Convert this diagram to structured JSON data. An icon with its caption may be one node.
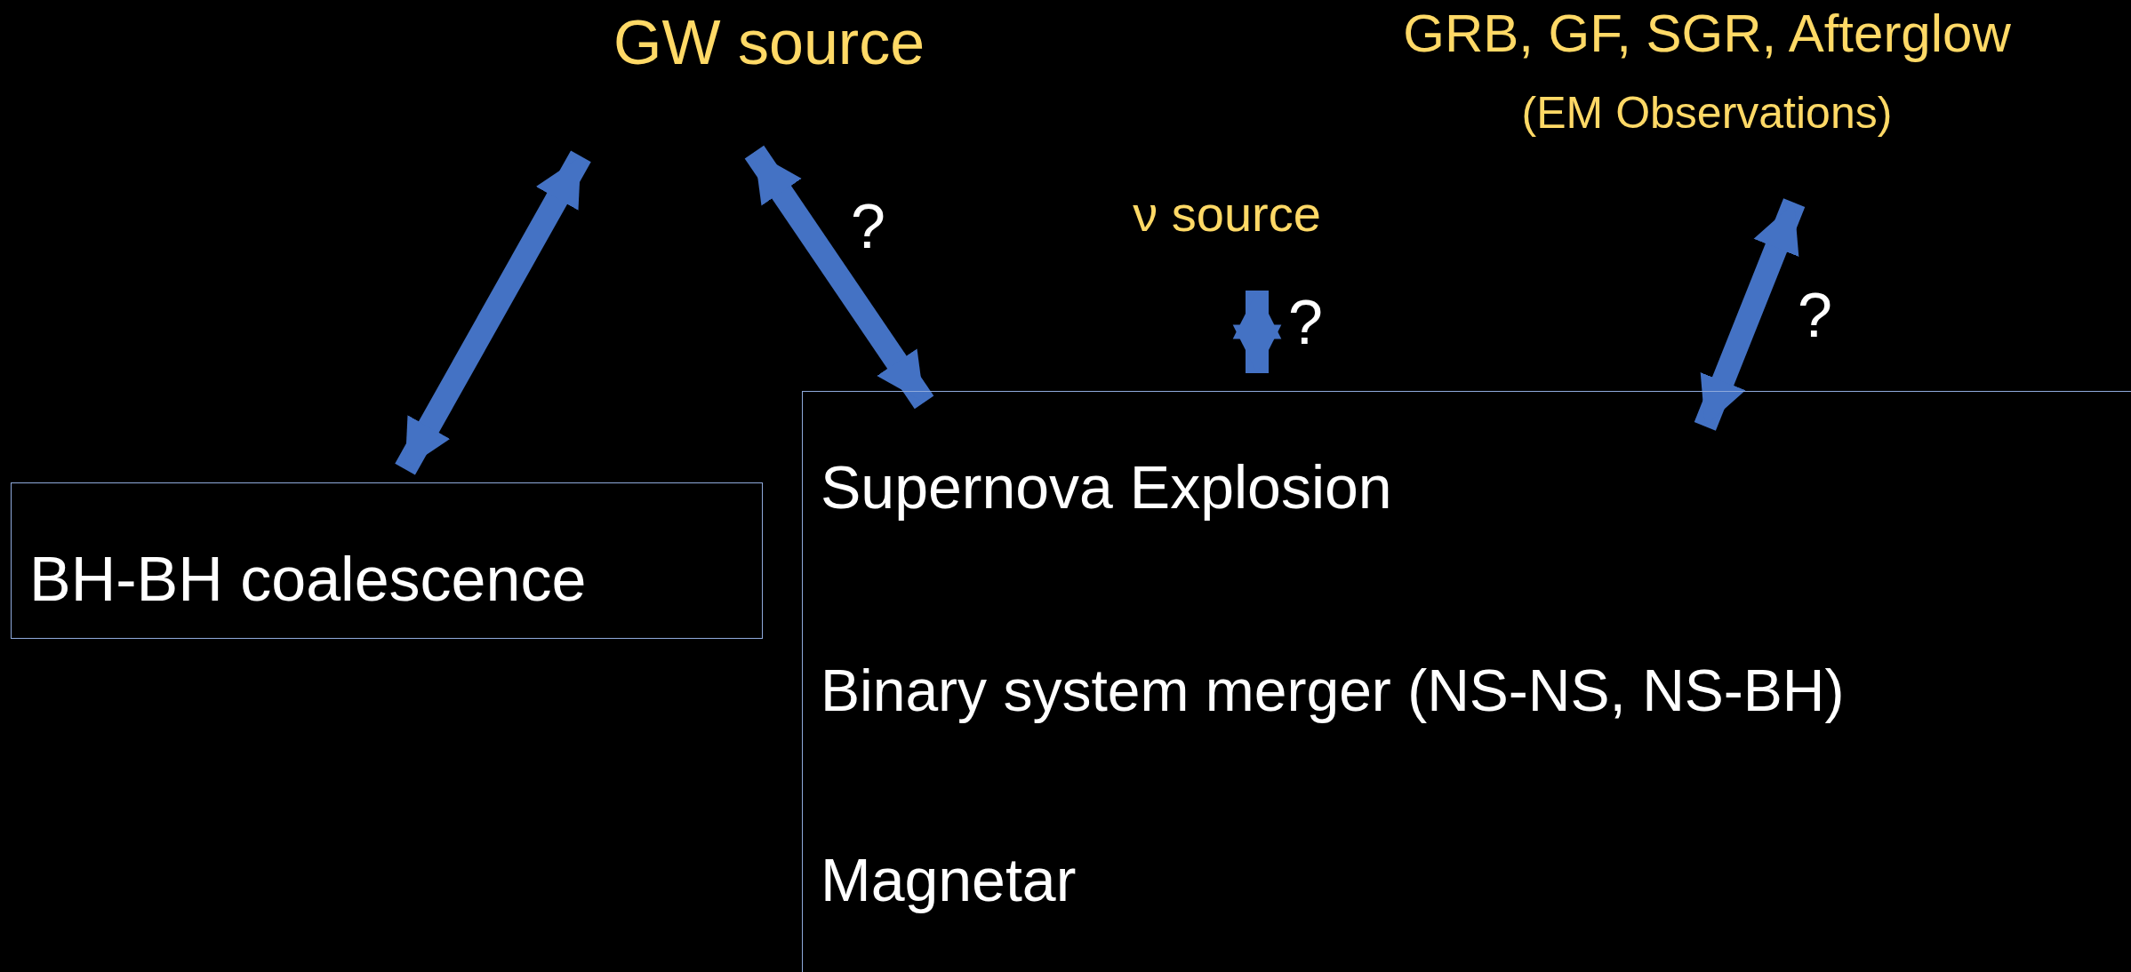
{
  "diagram": {
    "nodes": [
      {
        "text": [
          "GW source"
        ]
      },
      {
        "text": [
          "GRB, GF, SGR, Afterglow",
          "(EM Observations)"
        ]
      },
      {
        "text": [
          "ν source"
        ]
      },
      {
        "text": [
          "BH-BH coalescence"
        ]
      },
      {
        "text": [
          "Supernova Explosion",
          "Binary system merger (NS-NS, NS-BH)",
          "Magnetar"
        ]
      }
    ],
    "edges": [
      {
        "from": 0,
        "to": 3,
        "arrow": "both"
      },
      {
        "from": 0,
        "to": 4,
        "arrow": "both",
        "label": "?"
      },
      {
        "from": 2,
        "to": 4,
        "arrow": "both",
        "label": "?"
      },
      {
        "from": 1,
        "to": 4,
        "arrow": "both",
        "label": "?"
      }
    ]
  }
}
